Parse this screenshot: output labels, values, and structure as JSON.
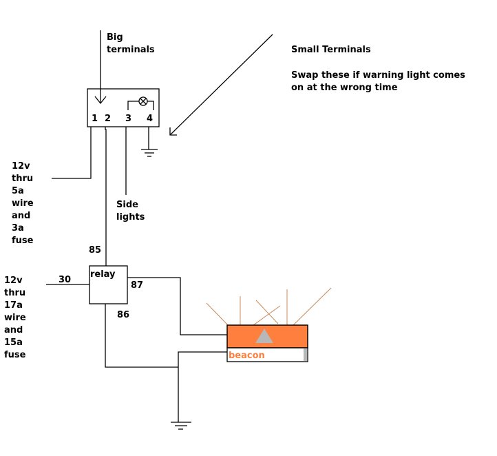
{
  "diagram": {
    "title": "Relay wiring for beacon with warning light switch",
    "switch": {
      "terminals": [
        "1",
        "2",
        "3",
        "4"
      ],
      "big_terminals_label": [
        "Big",
        "terminals"
      ],
      "small_terminals_label": "Small Terminals",
      "swap_note": [
        "Swap these if warning light comes",
        "on at the wrong time"
      ]
    },
    "supply_low": [
      "12v",
      "thru",
      "5a",
      "wire",
      "and",
      "3a",
      "fuse"
    ],
    "side_lights_label": [
      "Side",
      "lights"
    ],
    "relay": {
      "label": "relay",
      "pins": {
        "p85": "85",
        "p30": "30",
        "p87": "87",
        "p86": "86"
      }
    },
    "supply_high": [
      "12v",
      "thru",
      "17a",
      "wire",
      "and",
      "15a",
      "fuse"
    ],
    "beacon": {
      "label": "beacon",
      "body_color": "#ff7f3f",
      "triangle_color": "#b8b8b8",
      "ray_color": "#c98a5a"
    }
  }
}
